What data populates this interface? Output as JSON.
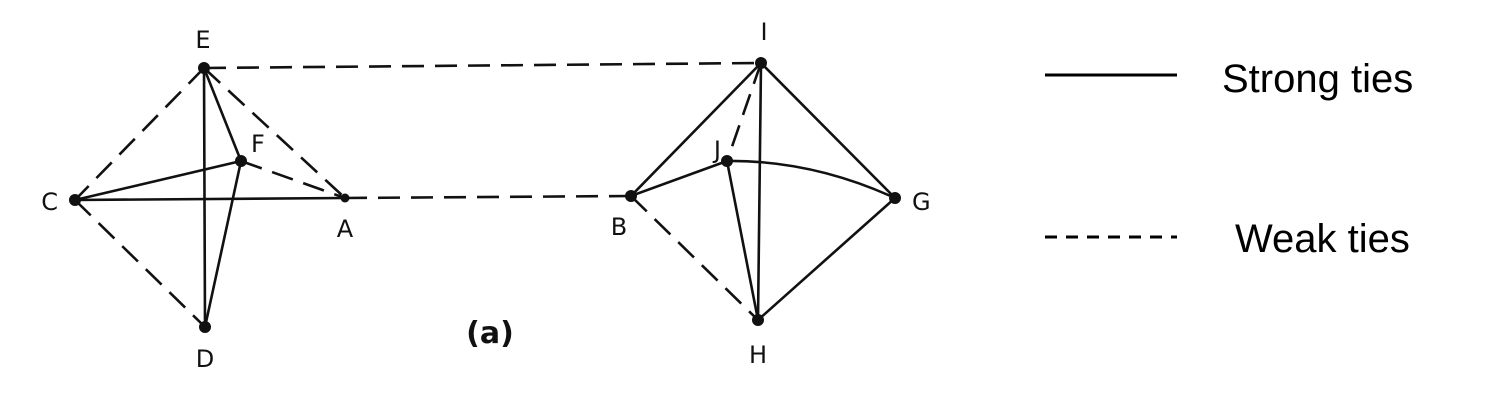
{
  "nodes": [
    {
      "id": "E",
      "label": "E"
    },
    {
      "id": "I",
      "label": "I"
    },
    {
      "id": "F",
      "label": "F"
    },
    {
      "id": "J",
      "label": "J"
    },
    {
      "id": "C",
      "label": "C"
    },
    {
      "id": "A",
      "label": "A"
    },
    {
      "id": "B",
      "label": "B"
    },
    {
      "id": "G",
      "label": "G"
    },
    {
      "id": "D",
      "label": "D"
    },
    {
      "id": "H",
      "label": "H"
    }
  ],
  "edges": [
    {
      "from": "E",
      "to": "I",
      "type": "weak"
    },
    {
      "from": "A",
      "to": "B",
      "type": "weak"
    },
    {
      "from": "E",
      "to": "C",
      "type": "weak"
    },
    {
      "from": "E",
      "to": "A",
      "type": "weak"
    },
    {
      "from": "F",
      "to": "A",
      "type": "weak"
    },
    {
      "from": "C",
      "to": "D",
      "type": "weak"
    },
    {
      "from": "E",
      "to": "D",
      "type": "strong"
    },
    {
      "from": "E",
      "to": "F",
      "type": "strong"
    },
    {
      "from": "C",
      "to": "F",
      "type": "strong"
    },
    {
      "from": "C",
      "to": "A",
      "type": "strong"
    },
    {
      "from": "F",
      "to": "D",
      "type": "strong"
    },
    {
      "from": "I",
      "to": "J",
      "type": "weak"
    },
    {
      "from": "B",
      "to": "H",
      "type": "weak"
    },
    {
      "from": "I",
      "to": "B",
      "type": "strong"
    },
    {
      "from": "I",
      "to": "G",
      "type": "strong"
    },
    {
      "from": "I",
      "to": "H",
      "type": "strong"
    },
    {
      "from": "J",
      "to": "B",
      "type": "strong"
    },
    {
      "from": "J",
      "to": "G",
      "type": "strong"
    },
    {
      "from": "J",
      "to": "H",
      "type": "strong"
    },
    {
      "from": "G",
      "to": "H",
      "type": "strong"
    }
  ],
  "caption": "(a)",
  "legend": {
    "strong_label": "Strong ties",
    "weak_label": "Weak ties"
  }
}
